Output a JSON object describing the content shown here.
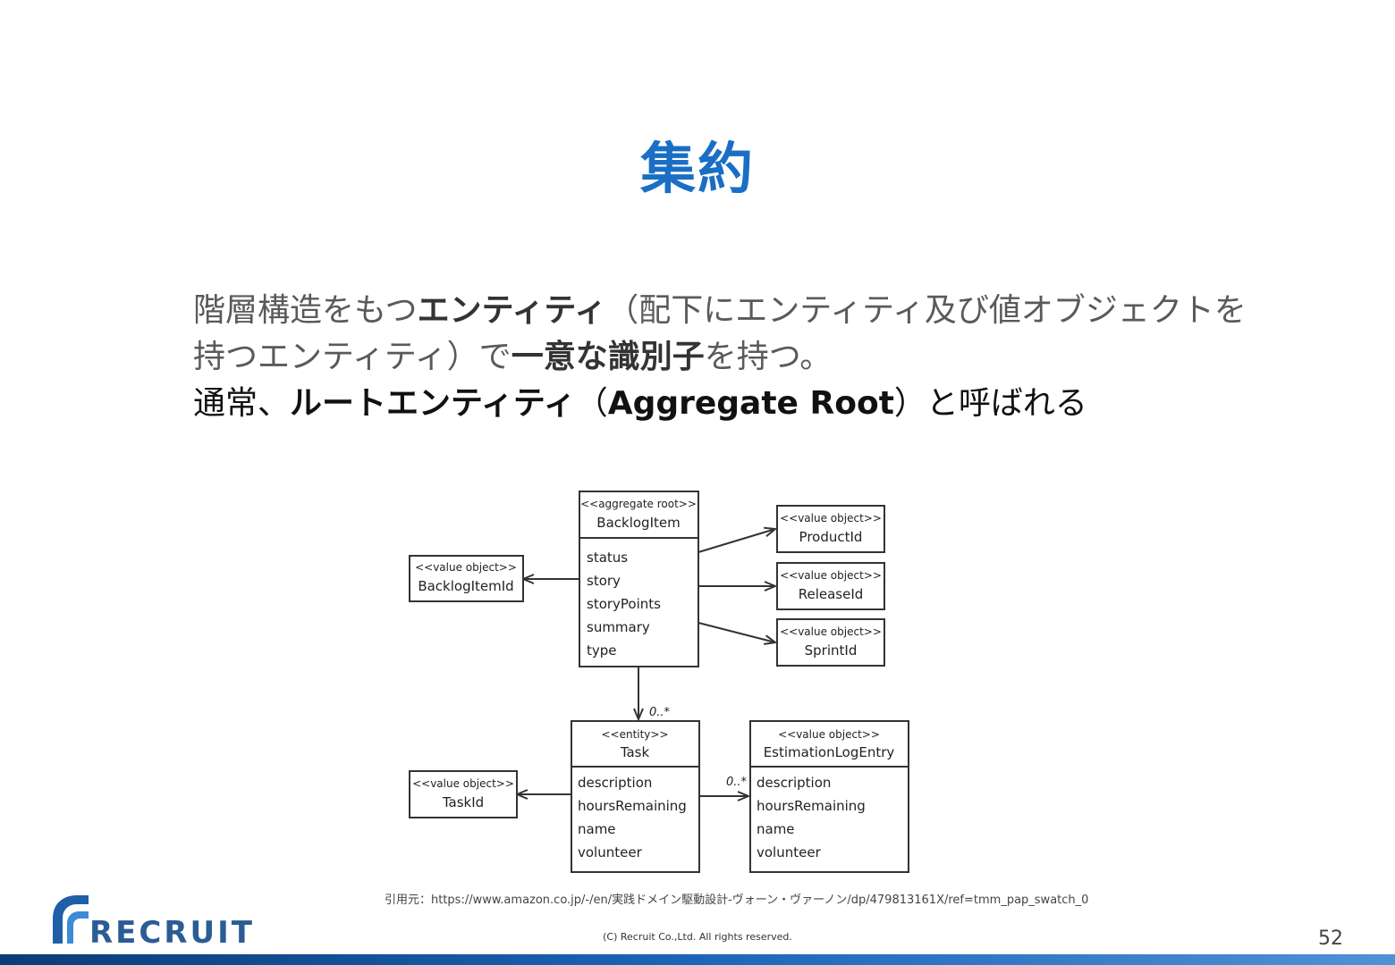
{
  "slide": {
    "title": "集約",
    "para1": [
      {
        "text": "階層構造をもつ",
        "bold": false
      },
      {
        "text": "エンティティ",
        "bold": true
      },
      {
        "text": "（配下にエンティティ及び値オブジェクトを持つエンティティ）で",
        "bold": false
      },
      {
        "text": "一意な識別子",
        "bold": true
      },
      {
        "text": "を持つ。",
        "bold": false
      }
    ],
    "para2": [
      {
        "text": "通常、",
        "bold": false
      },
      {
        "text": "ルートエンティティ",
        "bold": true
      },
      {
        "text": "（",
        "bold": false
      },
      {
        "text": "Aggregate Root",
        "bold": true
      },
      {
        "text": "）と呼ばれる",
        "bold": false
      }
    ],
    "citation": "引用元：https://www.amazon.co.jp/-/en/実践ドメイン駆動設計-ヴォーン・ヴァーノン/dp/479813161X/ref=tmm_pap_swatch_0",
    "copyright": "(C) Recruit Co.,Ltd. All rights reserved.",
    "page_number": "52",
    "logo_text": "RECRUIT"
  },
  "diagram": {
    "backlog_item": {
      "stereotype": "<<aggregate root>>",
      "name": "BacklogItem",
      "attributes": [
        "status",
        "story",
        "storyPoints",
        "summary",
        "type"
      ]
    },
    "backlog_item_id": {
      "stereotype": "<<value object>>",
      "name": "BacklogItemId"
    },
    "product_id": {
      "stereotype": "<<value object>>",
      "name": "ProductId"
    },
    "release_id": {
      "stereotype": "<<value object>>",
      "name": "ReleaseId"
    },
    "sprint_id": {
      "stereotype": "<<value object>>",
      "name": "SprintId"
    },
    "task": {
      "stereotype": "<<entity>>",
      "name": "Task",
      "attributes": [
        "description",
        "hoursRemaining",
        "name",
        "volunteer"
      ]
    },
    "task_id": {
      "stereotype": "<<value object>>",
      "name": "TaskId"
    },
    "estimation_log_entry": {
      "stereotype": "<<value object>>",
      "name": "EstimationLogEntry",
      "attributes": [
        "description",
        "hoursRemaining",
        "name",
        "volunteer"
      ]
    },
    "multiplicity_task": "0..*",
    "multiplicity_log": "0..*"
  },
  "colors": {
    "title": "#1a6fc4",
    "body_text": "#5a5a5a",
    "logo": "#2b5c94"
  }
}
